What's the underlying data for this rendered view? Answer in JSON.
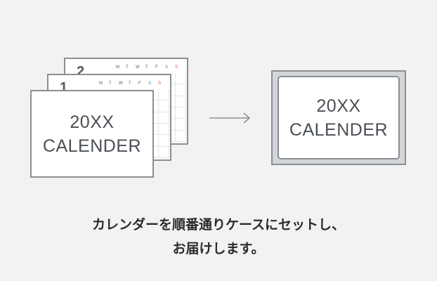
{
  "calendar_sheets": [
    {
      "number": "2",
      "days": [
        "M",
        "T",
        "W",
        "T",
        "F",
        "S",
        "S"
      ]
    },
    {
      "number": "1",
      "days": [
        "M",
        "T",
        "W",
        "T",
        "F",
        "S",
        "S"
      ]
    }
  ],
  "cover": {
    "line1": "20XX",
    "line2": "CALENDER"
  },
  "case": {
    "line1": "20XX",
    "line2": "CALENDER"
  },
  "caption": {
    "line1": "カレンダーを順番通りケースにセットし、",
    "line2": "お届けします。"
  },
  "colors": {
    "saturday": "#2f8fd8",
    "sunday": "#e04a4a",
    "border": "#8a8f96",
    "case_fill": "#d3d5d8",
    "background": "#f2f2f2"
  },
  "icons": [
    "right-arrow-icon"
  ]
}
